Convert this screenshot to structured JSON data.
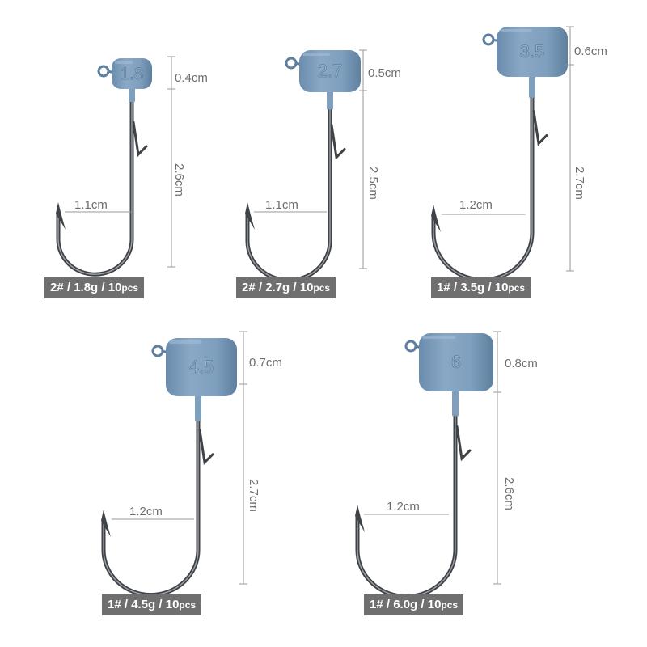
{
  "colors": {
    "lead_head": "#7f9fbe",
    "lead_head_dark": "#5d7e9e",
    "lead_head_light": "#a7c0d8",
    "hook_metal": "#3f4247",
    "caption_bg": "#6f6f6f",
    "measure_line": "#9a9a9a",
    "measure_text": "#6e6e6e"
  },
  "products": [
    {
      "head_mark": "1.8",
      "head_height": "0.4cm",
      "shank_length": "2.6cm",
      "gap_width": "1.1cm",
      "caption": {
        "hook_size": "2#",
        "weight": "1.8g",
        "count": "10",
        "unit": "pcs"
      }
    },
    {
      "head_mark": "2.7",
      "head_height": "0.5cm",
      "shank_length": "2.5cm",
      "gap_width": "1.1cm",
      "caption": {
        "hook_size": "2#",
        "weight": "2.7g",
        "count": "10",
        "unit": "pcs"
      }
    },
    {
      "head_mark": "3.5",
      "head_height": "0.6cm",
      "shank_length": "2.7cm",
      "gap_width": "1.2cm",
      "caption": {
        "hook_size": "1#",
        "weight": "3.5g",
        "count": "10",
        "unit": "pcs"
      }
    },
    {
      "head_mark": "4.5",
      "head_height": "0.7cm",
      "shank_length": "2.7cm",
      "gap_width": "1.2cm",
      "caption": {
        "hook_size": "1#",
        "weight": "4.5g",
        "count": "10",
        "unit": "pcs"
      }
    },
    {
      "head_mark": "6",
      "head_height": "0.8cm",
      "shank_length": "2.6cm",
      "gap_width": "1.2cm",
      "caption": {
        "hook_size": "1#",
        "weight": "6.0g",
        "count": "10",
        "unit": "pcs"
      }
    }
  ]
}
